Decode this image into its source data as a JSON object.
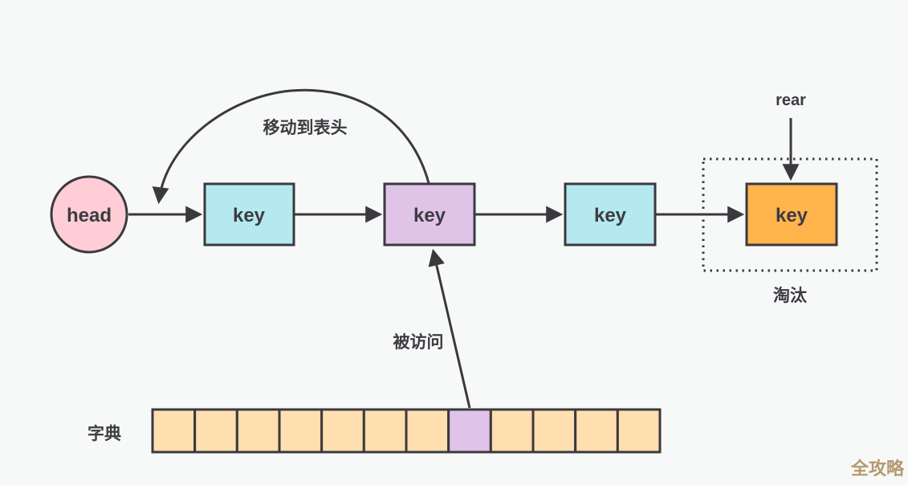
{
  "diagram": {
    "title_hint": "LRU linked-list eviction diagram",
    "colors": {
      "background": "#f7f8f8",
      "stroke": "#3a3a3e",
      "text": "#3c3c42"
    },
    "nodes": {
      "head": {
        "label": "head",
        "fill": "#ffcdd5"
      },
      "key1": {
        "label": "key",
        "fill": "#b5e9f0"
      },
      "key2": {
        "label": "key",
        "fill": "#e0c4e8"
      },
      "key3": {
        "label": "key",
        "fill": "#b5e9f0"
      },
      "key4": {
        "label": "key",
        "fill": "#ffb44c"
      }
    },
    "annotations": {
      "move_to_head": "移动到表头",
      "rear": "rear",
      "evicted": "淘汰",
      "accessed": "被访问"
    },
    "dictionary": {
      "label": "字典",
      "cell_count": 12,
      "highlighted_index": 7,
      "cell_fill": "#ffdfaf",
      "highlight_fill": "#dfc3e8"
    },
    "watermark": {
      "text": "全攻略",
      "color": "#b49a6e"
    }
  }
}
